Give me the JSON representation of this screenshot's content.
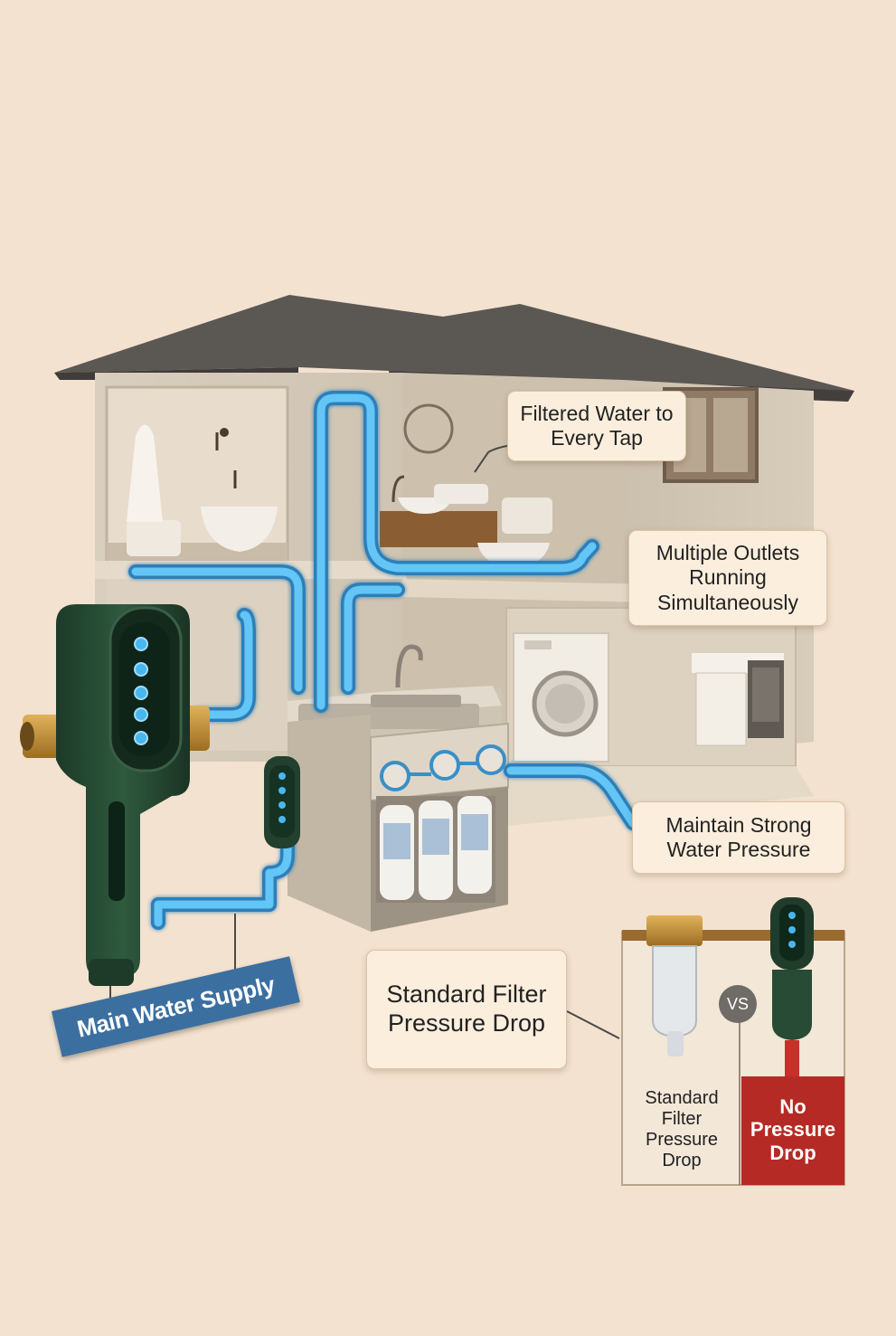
{
  "callouts": {
    "filtered_water": "Filtered Water to Every Tap",
    "multiple_outlets": "Multiple Outlets Running Simultaneously",
    "maintain_pressure": "Maintain Strong Water Pressure",
    "standard_filter": "Standard Filter Pressure Drop"
  },
  "main_supply": {
    "label": "Main Water Supply"
  },
  "comparison": {
    "vs": "VS",
    "left_label": "Standard Filter Pressure Drop",
    "right_label": "No Pressure Drop"
  },
  "colors": {
    "background": "#f3e2cf",
    "pipe": "#49b2f0",
    "filter_body": "#264a33",
    "banner": "#3b6fa0",
    "no_drop_panel": "#b52a25",
    "callout_bg": "#fbeedd"
  },
  "icons": [
    "house-illustration",
    "whole-house-filter-icon",
    "under-sink-filter-icon",
    "standard-filter-icon",
    "washing-machine-icon",
    "sink-icon",
    "toilet-icon"
  ]
}
